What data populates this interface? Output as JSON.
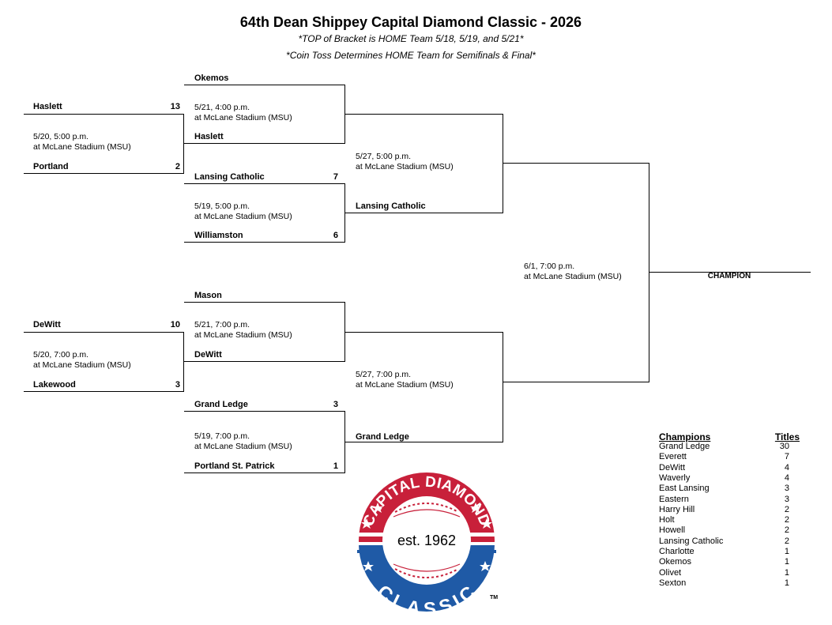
{
  "header": {
    "title": "64th Dean Shippey Capital Diamond Classic - 2026",
    "note1": "*TOP of Bracket is HOME Team 5/18, 5/19, and 5/21*",
    "note2": "*Coin Toss Determines HOME Team for Semifinals & Final*"
  },
  "bracket": {
    "r1_top": {
      "team1": "Haslett",
      "score1": "13",
      "info1": "5/20, 5:00 p.m.",
      "info2": "at McLane Stadium (MSU)",
      "team2": "Portland",
      "score2": "2"
    },
    "r1_bottom": {
      "team1": "DeWitt",
      "score1": "10",
      "info1": "5/20, 7:00 p.m.",
      "info2": "at McLane Stadium (MSU)",
      "team2": "Lakewood",
      "score2": "3"
    },
    "r2_a": {
      "team1": "Okemos",
      "info1": "5/21, 4:00 p.m.",
      "info2": "at McLane Stadium (MSU)",
      "team2": "Haslett"
    },
    "r2_b": {
      "team1": "Lansing Catholic",
      "score1": "7",
      "info1": "5/19, 5:00 p.m.",
      "info2": "at McLane Stadium (MSU)",
      "team2": "Williamston",
      "score2": "6"
    },
    "r2_c": {
      "team1": "Mason",
      "info1": "5/21, 7:00 p.m.",
      "info2": "at McLane Stadium (MSU)",
      "team2": "DeWitt"
    },
    "r2_d": {
      "team1": "Grand Ledge",
      "score1": "3",
      "info1": "5/19, 7:00 p.m.",
      "info2": "at McLane Stadium (MSU)",
      "team2": "Portland St. Patrick",
      "score2": "1"
    },
    "semi_top": {
      "info1": "5/27, 5:00 p.m.",
      "info2": "at McLane Stadium (MSU)",
      "team2": "Lansing Catholic"
    },
    "semi_bottom": {
      "info1": "5/27, 7:00 p.m.",
      "info2": "at McLane Stadium (MSU)",
      "team2": "Grand Ledge"
    },
    "final": {
      "info1": "6/1, 7:00 p.m.",
      "info2": "at McLane Stadium (MSU)",
      "champion_label": "CHAMPION"
    }
  },
  "champions": {
    "col_team": "Champions",
    "col_titles": "Titles",
    "rows": [
      {
        "team": "Grand Ledge",
        "titles": "30"
      },
      {
        "team": "Everett",
        "titles": "7"
      },
      {
        "team": "DeWitt",
        "titles": "4"
      },
      {
        "team": "Waverly",
        "titles": "4"
      },
      {
        "team": "East Lansing",
        "titles": "3"
      },
      {
        "team": "Eastern",
        "titles": "3"
      },
      {
        "team": "Harry Hill",
        "titles": "2"
      },
      {
        "team": "Holt",
        "titles": "2"
      },
      {
        "team": "Howell",
        "titles": "2"
      },
      {
        "team": "Lansing Catholic",
        "titles": "2"
      },
      {
        "team": "Charlotte",
        "titles": "1"
      },
      {
        "team": "Okemos",
        "titles": "1"
      },
      {
        "team": "Olivet",
        "titles": "1"
      },
      {
        "team": "Sexton",
        "titles": "1"
      }
    ]
  },
  "logo": {
    "top_text": "CAPITAL DIAMOND",
    "middle_text": "est. 1962",
    "bottom_text": "CLASSIC",
    "tm": "TM",
    "colors": {
      "red": "#c8203a",
      "blue": "#1f5aa6",
      "white": "#ffffff"
    }
  }
}
